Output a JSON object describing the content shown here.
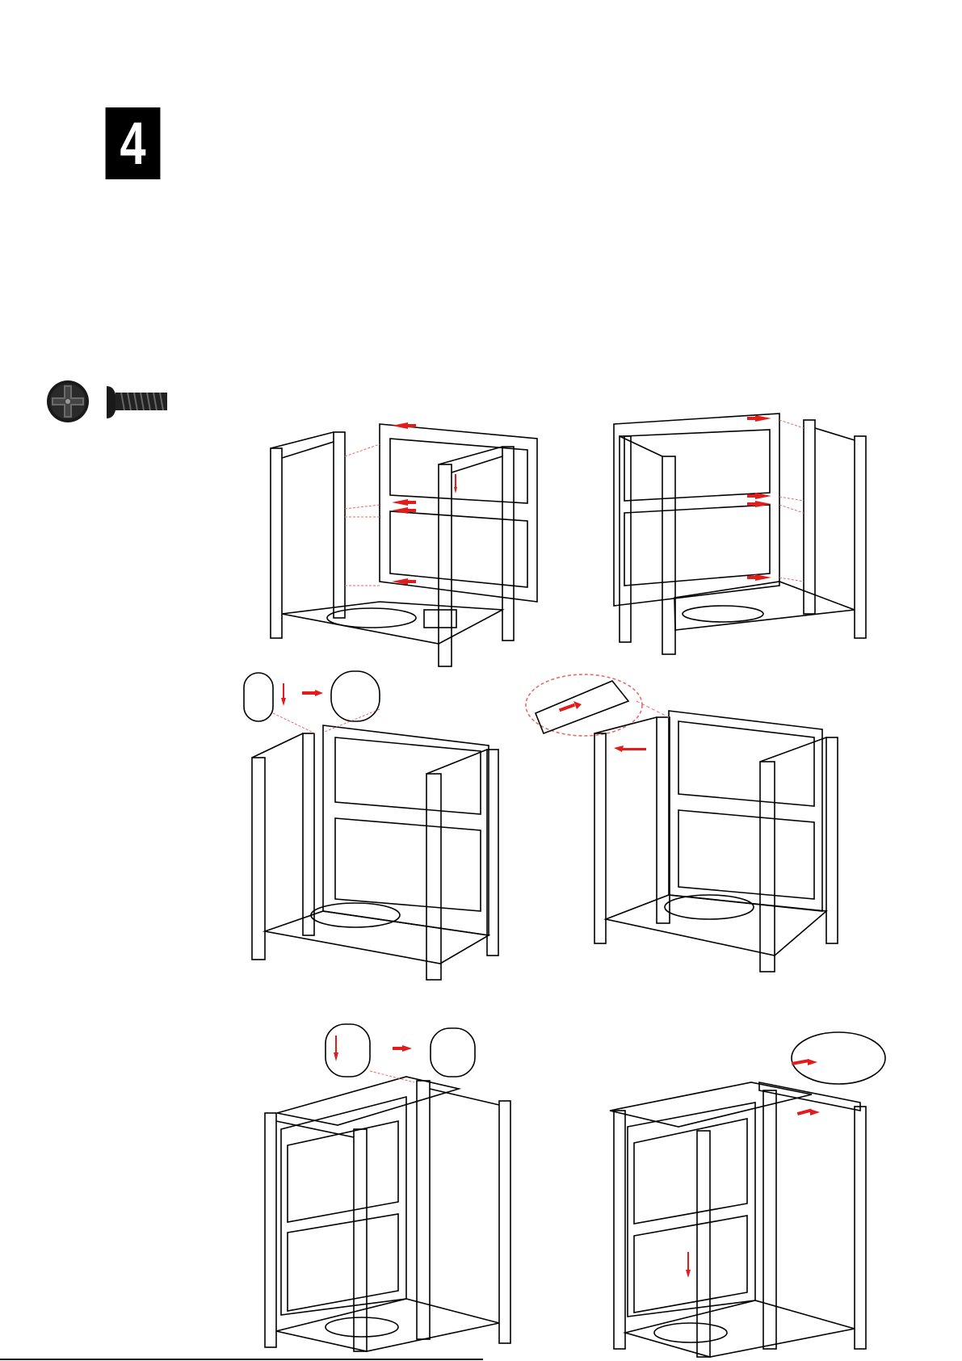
{
  "step": {
    "number": "4"
  },
  "hardware": {
    "items": [
      "screw-head-icon",
      "screw-side-icon"
    ]
  },
  "colors": {
    "line": "#000000",
    "arrow": "#e21b1b",
    "guide": "#e56a6a",
    "badge": "#000000"
  },
  "figures": [
    {
      "name": "panel-1",
      "description_icon": "cabinet-frame-icon"
    },
    {
      "name": "panel-2",
      "description_icon": "cabinet-frame-icon"
    },
    {
      "name": "panel-3",
      "description_icon": "cabinet-frame-icon"
    },
    {
      "name": "panel-4",
      "description_icon": "cabinet-frame-icon"
    },
    {
      "name": "panel-5",
      "description_icon": "cabinet-frame-icon"
    },
    {
      "name": "panel-6",
      "description_icon": "cabinet-frame-icon"
    }
  ]
}
